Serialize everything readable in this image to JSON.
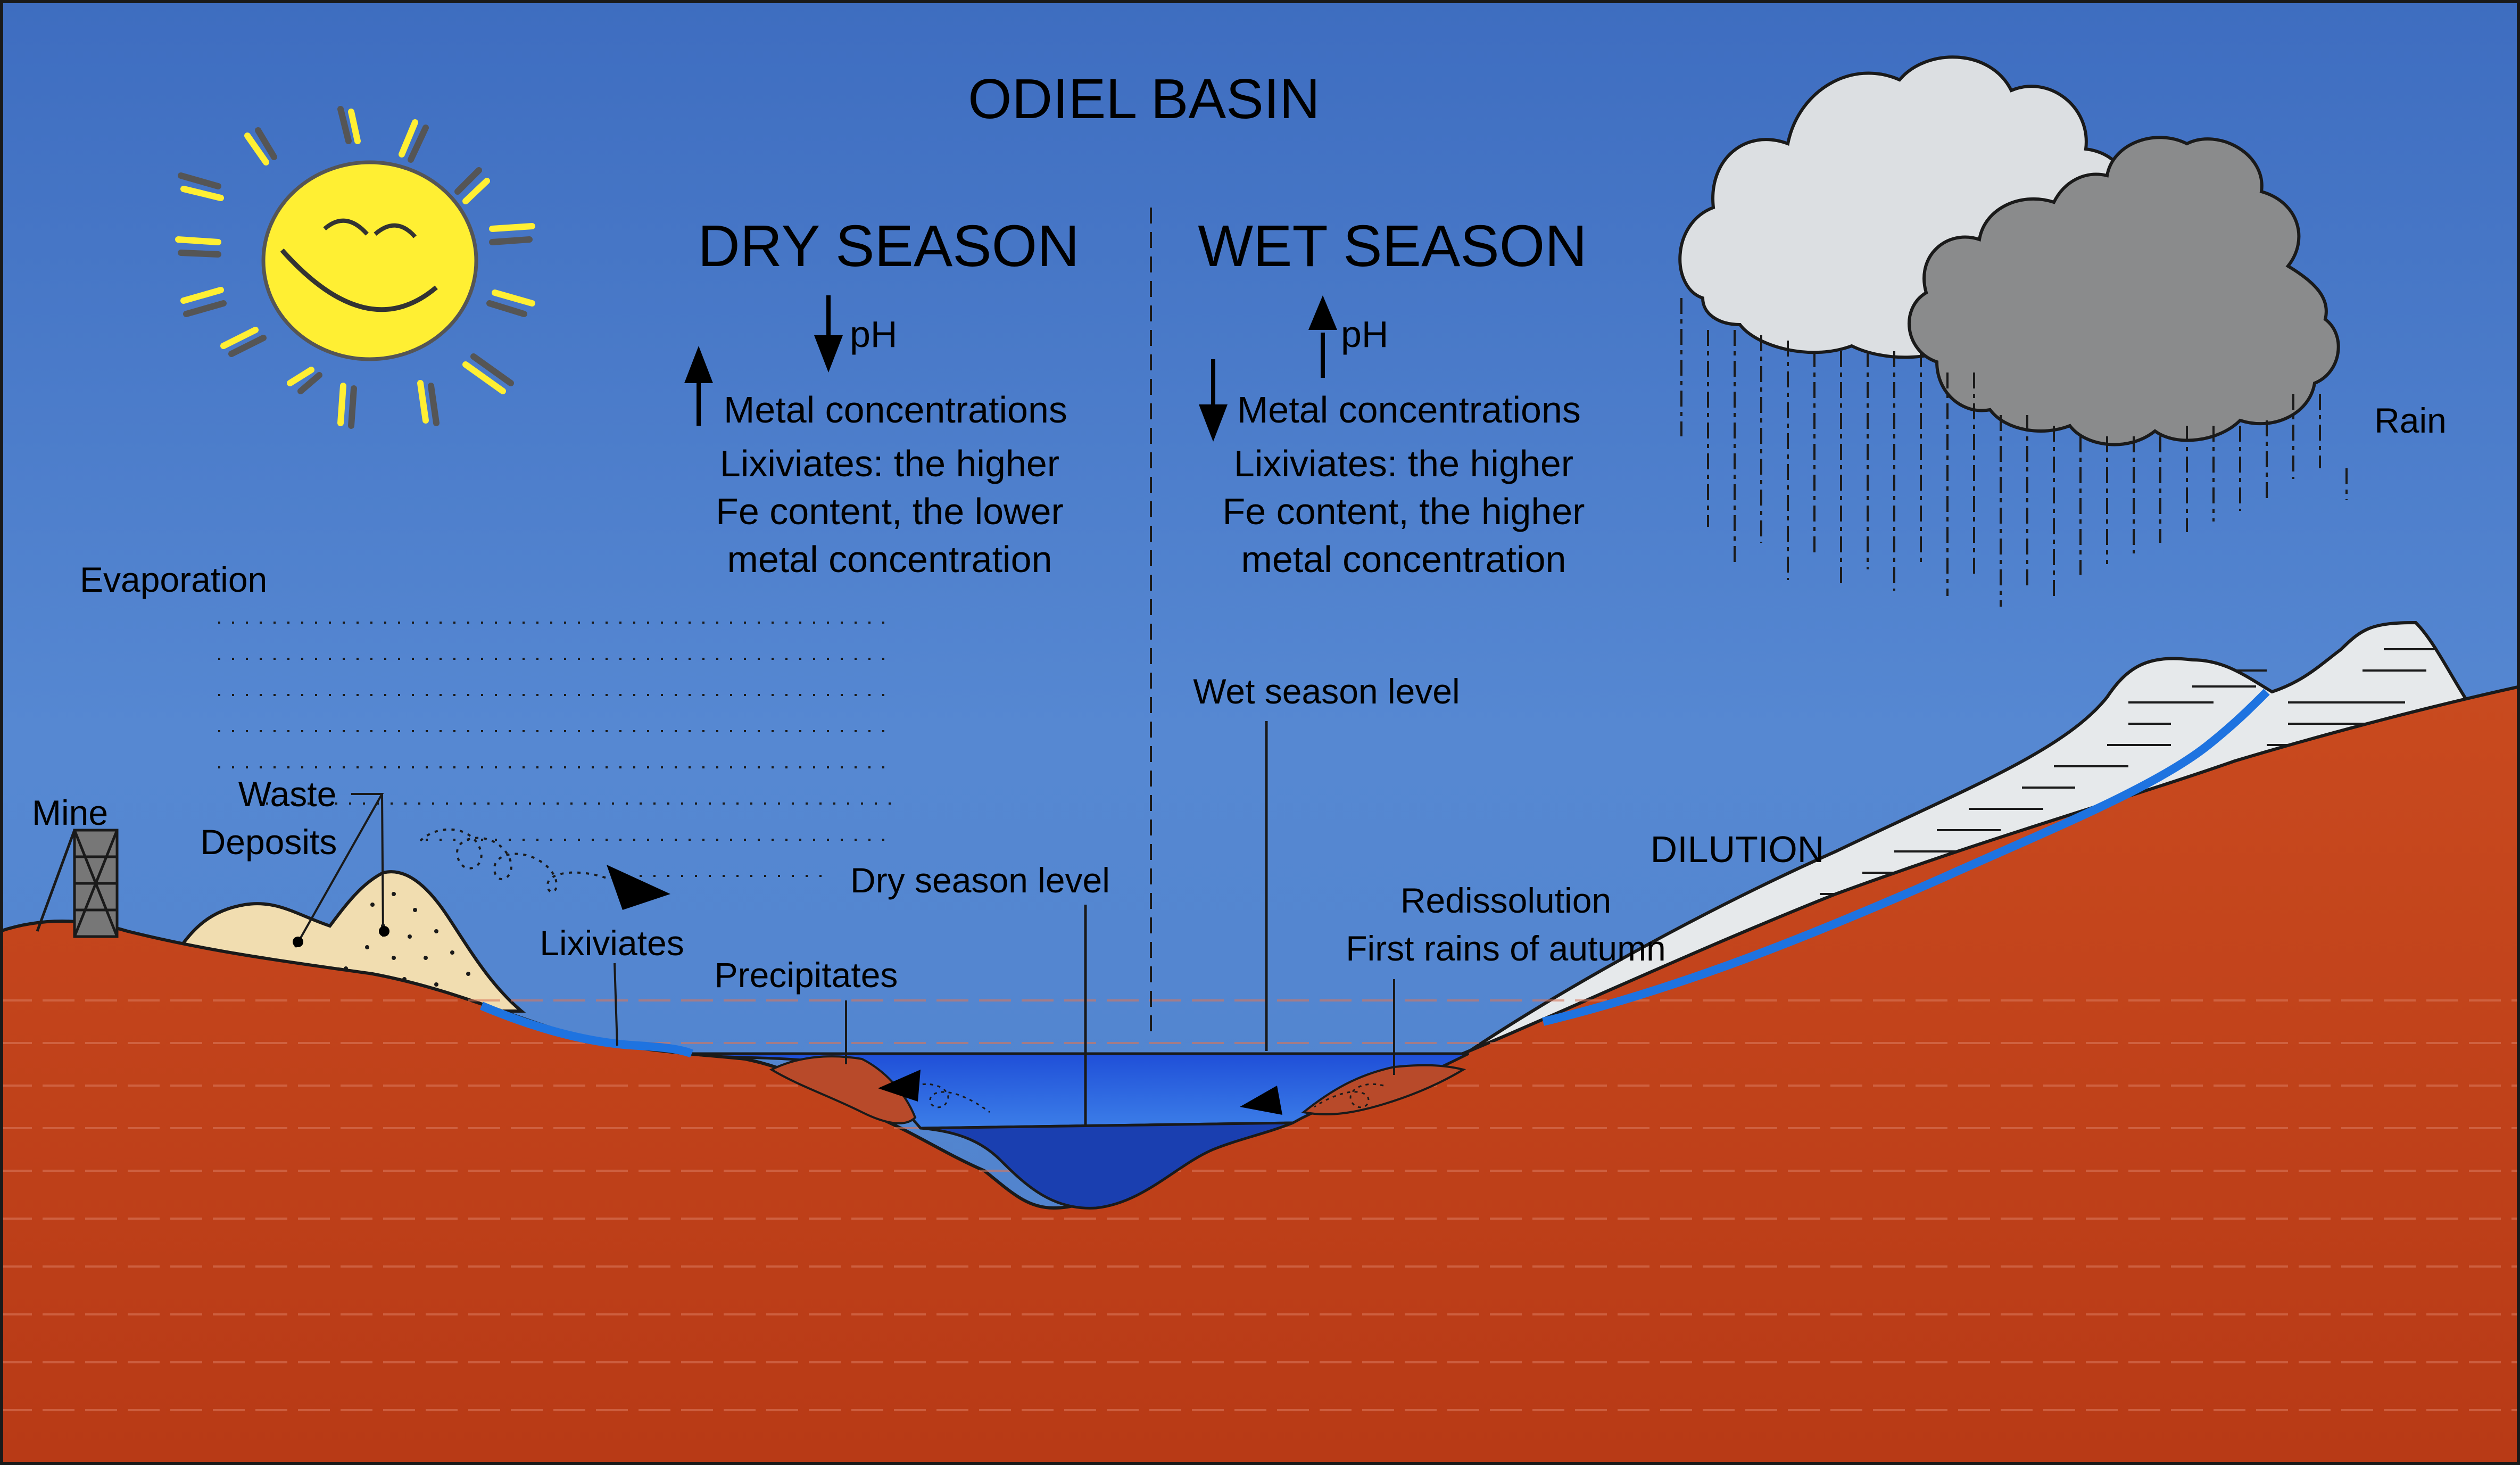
{
  "title": "ODIEL BASIN",
  "dry_season": {
    "heading": "DRY SEASON",
    "ph_label": "pH",
    "ph_trend": "down",
    "metal_label": "Metal concentrations",
    "metal_trend": "up",
    "lixiviate_lines": [
      "Lixiviates: the higher",
      "Fe content, the lower",
      "metal concentration"
    ]
  },
  "wet_season": {
    "heading": "WET SEASON",
    "ph_label": "pH",
    "ph_trend": "up",
    "metal_label": "Metal concentrations",
    "metal_trend": "down",
    "lixiviate_lines": [
      "Lixiviates: the higher",
      "Fe content, the higher",
      "metal concentration"
    ]
  },
  "labels": {
    "evaporation": "Evaporation",
    "mine": "Mine",
    "waste_line1": "Waste",
    "waste_line2": "Deposits",
    "lixiviates": "Lixiviates",
    "precipitates": "Precipitates",
    "dry_level": "Dry season level",
    "wet_level": "Wet season level",
    "dilution": "DILUTION",
    "redissolution": "Redissolution",
    "first_rains": "First rains of autumn",
    "rain": "Rain"
  },
  "colors": {
    "sky": "#4a7cc8",
    "earth": "#c8431c",
    "water": "#2a58d8",
    "deep_water": "#1a3fb0",
    "stream": "#1e73e0",
    "sun": "#ffef33",
    "cloud_light": "#d9dcdf",
    "cloud_dark": "#8a8a8a",
    "waste": "#f1ddb0",
    "snow": "#e9ecee"
  }
}
